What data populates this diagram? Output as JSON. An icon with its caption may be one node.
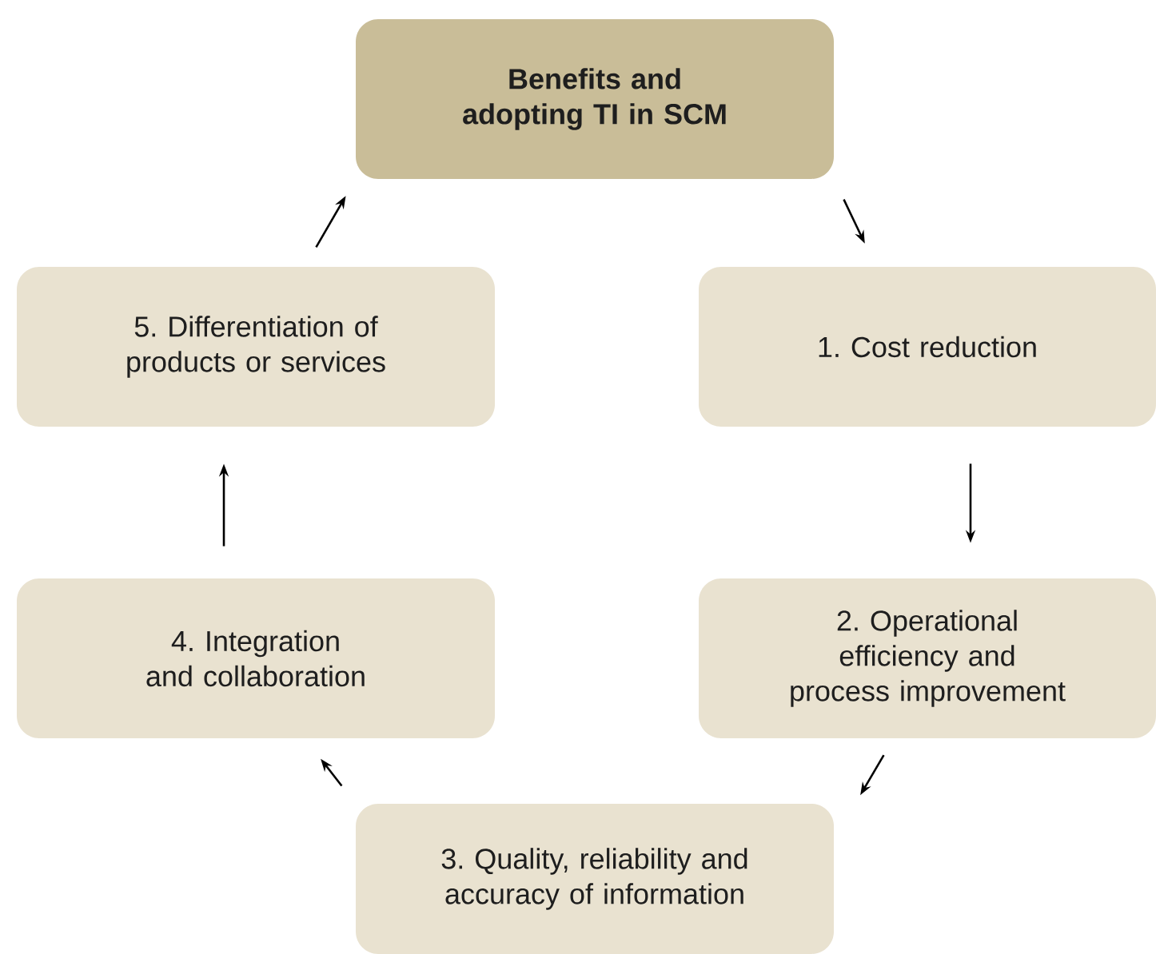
{
  "diagram": {
    "nodes": [
      {
        "text": [
          "Benefits and adopting TI in SCM"
        ]
      },
      {
        "text": [
          "1. Cost reduction"
        ]
      },
      {
        "text": [
          "2. Operational efficiency and process improvement"
        ]
      },
      {
        "text": [
          "3. Quality, reliability and accuracy of information"
        ]
      },
      {
        "text": [
          "4. Integration and collaboration"
        ]
      },
      {
        "text": [
          "5. Differentiation of products or services"
        ]
      }
    ],
    "edges": [
      {
        "from": 0,
        "to": 1,
        "arrow": "to"
      },
      {
        "from": 1,
        "to": 2,
        "arrow": "to"
      },
      {
        "from": 2,
        "to": 3,
        "arrow": "to"
      },
      {
        "from": 3,
        "to": 4,
        "arrow": "to"
      },
      {
        "from": 4,
        "to": 5,
        "arrow": "to"
      },
      {
        "from": 5,
        "to": 0,
        "arrow": "to"
      }
    ]
  }
}
